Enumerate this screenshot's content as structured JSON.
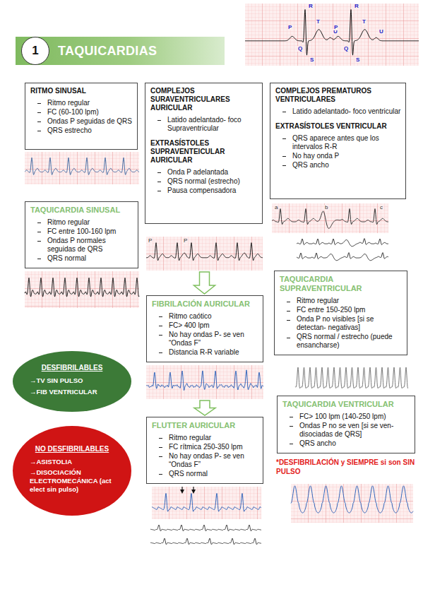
{
  "diagram": {
    "nodes": [
      {
        "text": [
          "TAQUICARDIAS"
        ]
      },
      {
        "text": [
          "1"
        ],
        "in": 0
      },
      {
        "text": [
          "RITMO SINUSAL",
          "Ritmo regular",
          "FC (60-100 lpm)",
          "Ondas P seguidas de QRS",
          "QRS estrecho"
        ]
      },
      {
        "text": [
          "COMPLEJOS SURAVENTRICULARES AURICULAR",
          "Latido adelantado- foco Supraventricular",
          "EXTRASÍSTOLES SUPRAVENTEICULAR AURICULAR",
          "Onda P adelantada",
          "QRS normal (estrecho)",
          "Pausa compensadora"
        ]
      },
      {
        "text": [
          "COMPLEJOS PREMATUROS VENTRICULARES",
          "Latido adelantado- foco ventricular",
          "EXTRASÍSTOLES VENTRICULAR",
          "QRS aparece antes que los intervalos R-R",
          "No hay onda P",
          "QRS ancho"
        ]
      },
      {
        "text": [
          "TAQUICARDIA SINUSAL",
          "Ritmo regular",
          "FC entre 100-160 lpm",
          "Ondas P normales seguidas de QRS",
          "QRS normal"
        ]
      },
      {
        "text": [
          "FIBRILACIÓN AURICULAR",
          "Ritmo caótico",
          "FC> 400 lpm",
          "No hay ondas P- se ven “Ondas F”",
          "Distancia R-R variable"
        ]
      },
      {
        "text": [
          "TAQUICARDIA SUPRAVENTRICULAR",
          "Ritmo regular",
          "FC entre 150-250 lpm",
          "Onda P no visibles [si se detectan- negativas]",
          "QRS normal / estrecho (puede ensancharse)"
        ]
      },
      {
        "text": [
          "DESFIBRILABLES",
          "→TV SIN PULSO",
          "→FIB VENTRICULAR"
        ]
      },
      {
        "text": [
          "TAQUICARDIA VENTRICULAR",
          "FC> 100 lpm (140-250 lpm)",
          "Ondas P no se ven [si se ven- disociadas de QRS]",
          "QRS ancho",
          "*DESFIBRILACIÓN y SIEMPRE si son SIN PULSO"
        ]
      },
      {
        "text": [
          "NO DESFIBRILABLES",
          "→ASISTOLIA",
          "→DISOCIACIÓN ELECTROMECÁNICA (act elect sin pulso)"
        ]
      },
      {
        "text": [
          "FLUTTER AURICULAR",
          "Ritmo regular",
          "FC rítmica 250-350 lpm",
          "No hay ondas P- se ven “Ondas F”",
          "QRS normal"
        ]
      }
    ],
    "edges": [
      {
        "from": 3,
        "to": 6,
        "arrow": "to"
      },
      {
        "from": 6,
        "to": 11,
        "arrow": "to"
      }
    ],
    "labels": [
      "R",
      "P",
      "T",
      "U",
      "Q",
      "S",
      "R",
      "P",
      "T",
      "U",
      "Q",
      "S",
      "P",
      "P",
      "a",
      "b",
      "c"
    ]
  }
}
